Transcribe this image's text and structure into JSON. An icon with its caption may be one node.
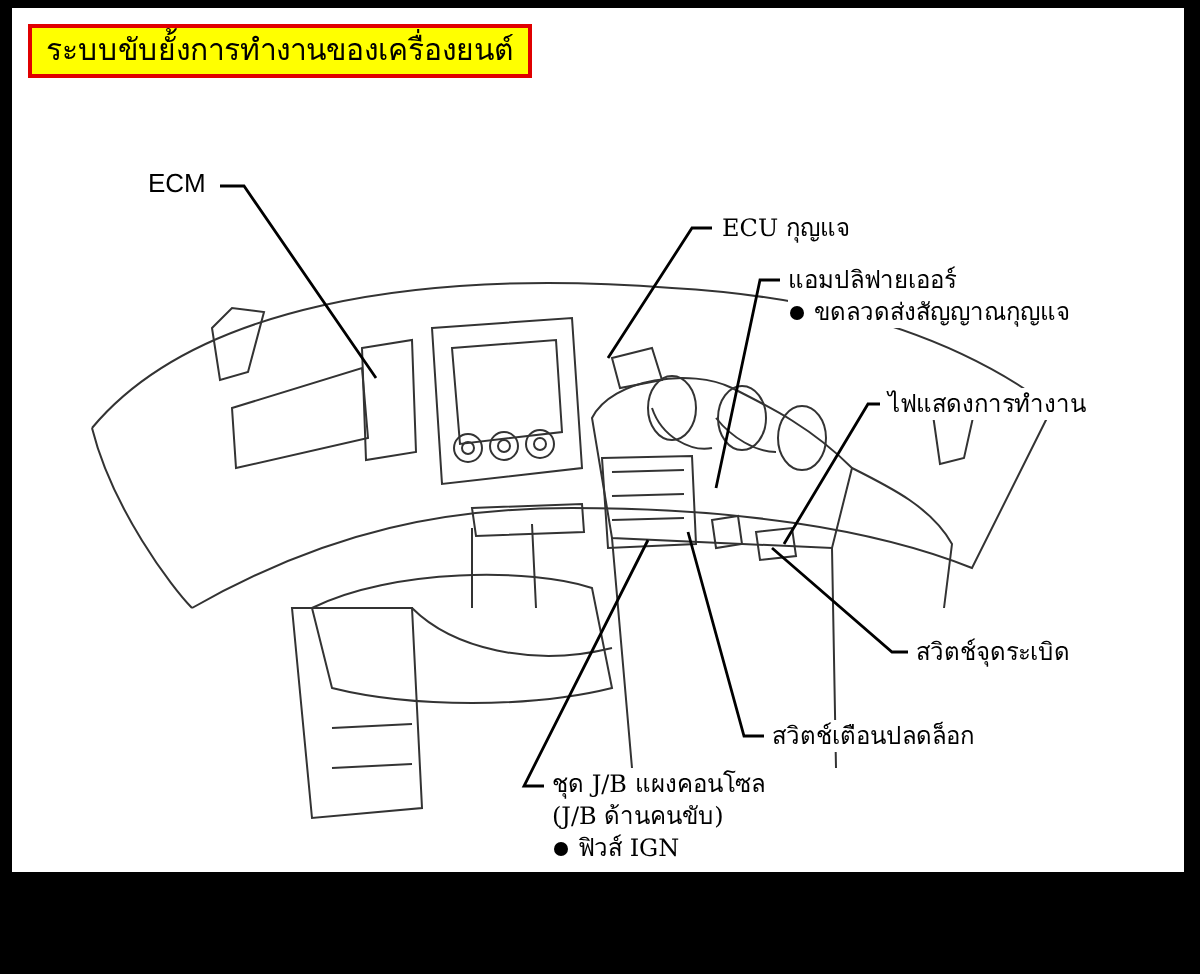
{
  "diagram": {
    "title": "ระบบขับยั้งการทำงานของเครื่องยนต์",
    "nodes": [
      {
        "text": [
          "ECM"
        ]
      },
      {
        "text": [
          "ECU กุญแจ"
        ]
      },
      {
        "text": [
          "แอมปลิฟายเออร์",
          "ขดลวดส่งสัญญาณกุญแจ"
        ]
      },
      {
        "text": [
          "ไฟแสดงการทำงาน"
        ]
      },
      {
        "text": [
          "สวิตช์จุดระเบิด"
        ]
      },
      {
        "text": [
          "สวิตช์เตือนปลดล็อก"
        ]
      },
      {
        "text": [
          "ชุด J/B แผงคอนโซล (J/B ด้านคนขับ)",
          "ฟิวส์ IGN"
        ]
      }
    ],
    "edges": [
      {
        "from": 0,
        "to": null,
        "arrow": "none"
      },
      {
        "from": 1,
        "to": null,
        "arrow": "none"
      },
      {
        "from": 2,
        "to": null,
        "arrow": "none"
      },
      {
        "from": 3,
        "to": null,
        "arrow": "none"
      },
      {
        "from": 4,
        "to": null,
        "arrow": "none"
      },
      {
        "from": 5,
        "to": null,
        "arrow": "none"
      },
      {
        "from": 6,
        "to": null,
        "arrow": "none"
      }
    ]
  }
}
